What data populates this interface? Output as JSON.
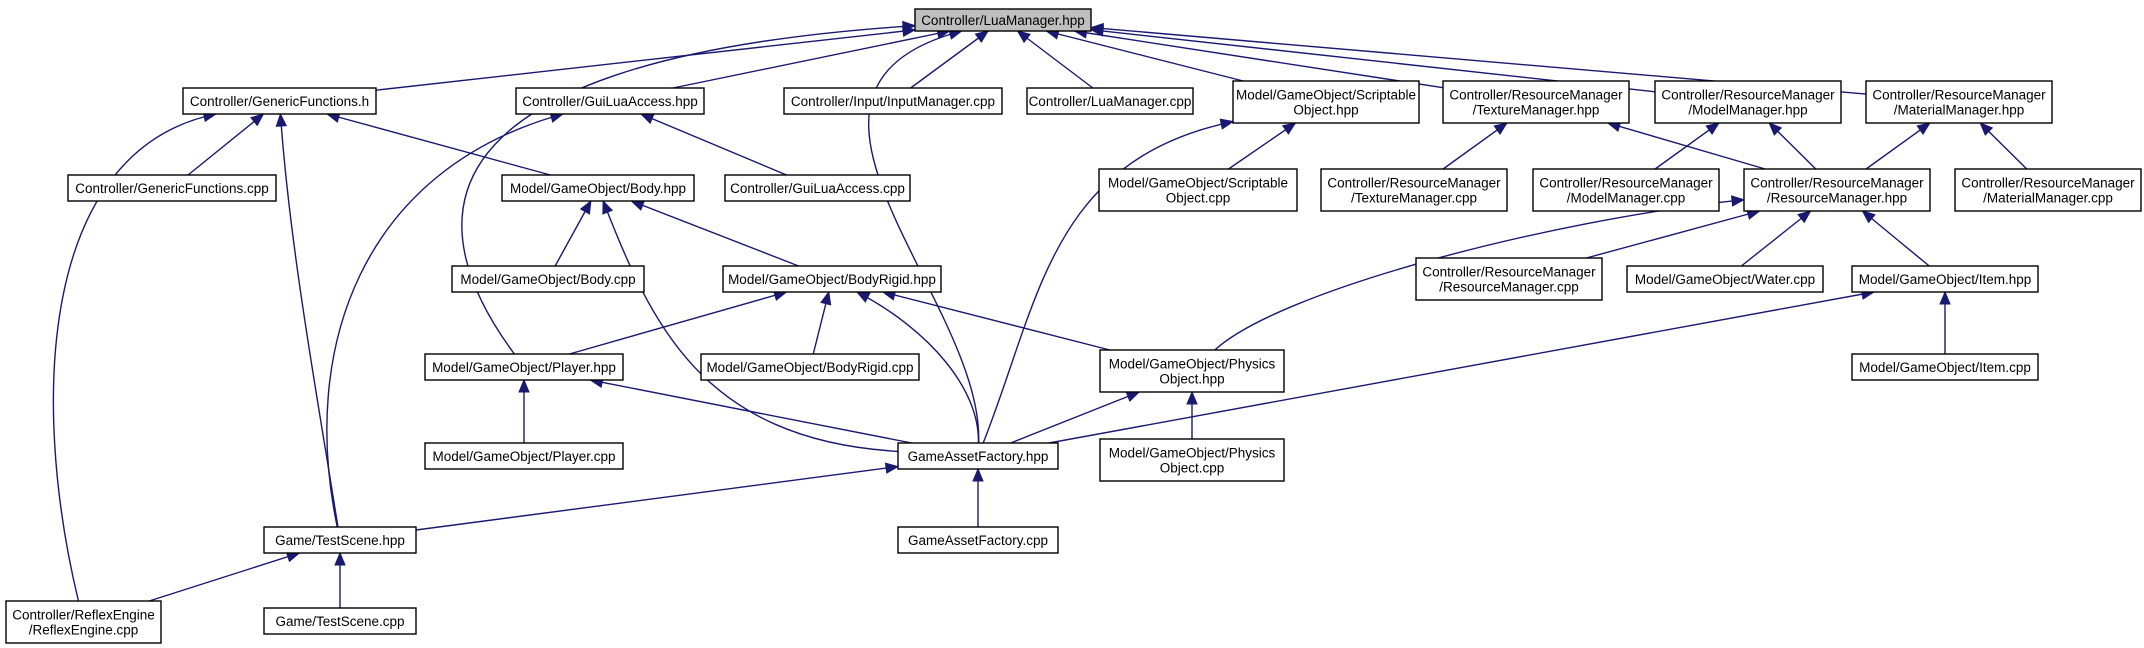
{
  "diagram": {
    "edge_color": "#191970",
    "root_fill": "#bfbfbf",
    "nodes": [
      {
        "id": "lua_hpp",
        "lines": [
          "Controller/LuaManager.hpp"
        ],
        "root": true
      },
      {
        "id": "generic_h",
        "lines": [
          "Controller/GenericFunctions.h"
        ]
      },
      {
        "id": "gui_hpp",
        "lines": [
          "Controller/GuiLuaAccess.hpp"
        ]
      },
      {
        "id": "input_cpp",
        "lines": [
          "Controller/Input/InputManager.cpp"
        ]
      },
      {
        "id": "lua_cpp",
        "lines": [
          "Controller/LuaManager.cpp"
        ]
      },
      {
        "id": "scriptable_hpp",
        "lines": [
          "Model/GameObject/Scriptable",
          "Object.hpp"
        ]
      },
      {
        "id": "texture_hpp",
        "lines": [
          "Controller/ResourceManager",
          "/TextureManager.hpp"
        ]
      },
      {
        "id": "model_hpp",
        "lines": [
          "Controller/ResourceManager",
          "/ModelManager.hpp"
        ]
      },
      {
        "id": "material_hpp",
        "lines": [
          "Controller/ResourceManager",
          "/MaterialManager.hpp"
        ]
      },
      {
        "id": "generic_cpp",
        "lines": [
          "Controller/GenericFunctions.cpp"
        ]
      },
      {
        "id": "body_hpp",
        "lines": [
          "Model/GameObject/Body.hpp"
        ]
      },
      {
        "id": "gui_cpp",
        "lines": [
          "Controller/GuiLuaAccess.cpp"
        ]
      },
      {
        "id": "scriptable_cpp",
        "lines": [
          "Model/GameObject/Scriptable",
          "Object.cpp"
        ]
      },
      {
        "id": "texture_cpp",
        "lines": [
          "Controller/ResourceManager",
          "/TextureManager.cpp"
        ]
      },
      {
        "id": "model_cpp",
        "lines": [
          "Controller/ResourceManager",
          "/ModelManager.cpp"
        ]
      },
      {
        "id": "resource_hpp",
        "lines": [
          "Controller/ResourceManager",
          "/ResourceManager.hpp"
        ]
      },
      {
        "id": "material_cpp",
        "lines": [
          "Controller/ResourceManager",
          "/MaterialManager.cpp"
        ]
      },
      {
        "id": "body_cpp",
        "lines": [
          "Model/GameObject/Body.cpp"
        ]
      },
      {
        "id": "bodyrigid_hpp",
        "lines": [
          "Model/GameObject/BodyRigid.hpp"
        ]
      },
      {
        "id": "resource_cpp",
        "lines": [
          "Controller/ResourceManager",
          "/ResourceManager.cpp"
        ]
      },
      {
        "id": "water_cpp",
        "lines": [
          "Model/GameObject/Water.cpp"
        ]
      },
      {
        "id": "item_hpp",
        "lines": [
          "Model/GameObject/Item.hpp"
        ]
      },
      {
        "id": "player_hpp",
        "lines": [
          "Model/GameObject/Player.hpp"
        ]
      },
      {
        "id": "bodyrigid_cpp",
        "lines": [
          "Model/GameObject/BodyRigid.cpp"
        ]
      },
      {
        "id": "physics_hpp",
        "lines": [
          "Model/GameObject/Physics",
          "Object.hpp"
        ]
      },
      {
        "id": "item_cpp",
        "lines": [
          "Model/GameObject/Item.cpp"
        ]
      },
      {
        "id": "player_cpp",
        "lines": [
          "Model/GameObject/Player.cpp"
        ]
      },
      {
        "id": "factory_hpp",
        "lines": [
          "GameAssetFactory.hpp"
        ]
      },
      {
        "id": "physics_cpp",
        "lines": [
          "Model/GameObject/Physics",
          "Object.cpp"
        ]
      },
      {
        "id": "testscene_hpp",
        "lines": [
          "Game/TestScene.hpp"
        ]
      },
      {
        "id": "factory_cpp",
        "lines": [
          "GameAssetFactory.cpp"
        ]
      },
      {
        "id": "reflex_cpp",
        "lines": [
          "Controller/ReflexEngine",
          "/ReflexEngine.cpp"
        ]
      },
      {
        "id": "testscene_cpp",
        "lines": [
          "Game/TestScene.cpp"
        ]
      }
    ],
    "edges": [
      {
        "from": "generic_h",
        "to": "lua_hpp"
      },
      {
        "from": "gui_hpp",
        "to": "lua_hpp"
      },
      {
        "from": "input_cpp",
        "to": "lua_hpp"
      },
      {
        "from": "lua_cpp",
        "to": "lua_hpp"
      },
      {
        "from": "scriptable_hpp",
        "to": "lua_hpp"
      },
      {
        "from": "texture_hpp",
        "to": "lua_hpp"
      },
      {
        "from": "model_hpp",
        "to": "lua_hpp"
      },
      {
        "from": "material_hpp",
        "to": "lua_hpp"
      },
      {
        "from": "player_hpp",
        "to": "lua_hpp"
      },
      {
        "from": "factory_hpp",
        "to": "lua_hpp"
      },
      {
        "from": "generic_cpp",
        "to": "generic_h"
      },
      {
        "from": "body_hpp",
        "to": "generic_h"
      },
      {
        "from": "testscene_hpp",
        "to": "generic_h"
      },
      {
        "from": "reflex_cpp",
        "to": "generic_h"
      },
      {
        "from": "gui_cpp",
        "to": "gui_hpp"
      },
      {
        "from": "testscene_hpp",
        "to": "gui_hpp"
      },
      {
        "from": "scriptable_cpp",
        "to": "scriptable_hpp"
      },
      {
        "from": "factory_hpp",
        "to": "scriptable_hpp"
      },
      {
        "from": "texture_cpp",
        "to": "texture_hpp"
      },
      {
        "from": "resource_hpp",
        "to": "texture_hpp"
      },
      {
        "from": "model_cpp",
        "to": "model_hpp"
      },
      {
        "from": "resource_hpp",
        "to": "model_hpp"
      },
      {
        "from": "resource_hpp",
        "to": "material_hpp"
      },
      {
        "from": "material_cpp",
        "to": "material_hpp"
      },
      {
        "from": "body_cpp",
        "to": "body_hpp"
      },
      {
        "from": "bodyrigid_hpp",
        "to": "body_hpp"
      },
      {
        "from": "factory_hpp",
        "to": "body_hpp"
      },
      {
        "from": "resource_cpp",
        "to": "resource_hpp"
      },
      {
        "from": "water_cpp",
        "to": "resource_hpp"
      },
      {
        "from": "item_hpp",
        "to": "resource_hpp"
      },
      {
        "from": "physics_hpp",
        "to": "resource_hpp"
      },
      {
        "from": "player_hpp",
        "to": "bodyrigid_hpp"
      },
      {
        "from": "bodyrigid_cpp",
        "to": "bodyrigid_hpp"
      },
      {
        "from": "physics_hpp",
        "to": "bodyrigid_hpp"
      },
      {
        "from": "factory_hpp",
        "to": "bodyrigid_hpp"
      },
      {
        "from": "item_cpp",
        "to": "item_hpp"
      },
      {
        "from": "factory_hpp",
        "to": "item_hpp"
      },
      {
        "from": "player_cpp",
        "to": "player_hpp"
      },
      {
        "from": "factory_hpp",
        "to": "player_hpp"
      },
      {
        "from": "physics_cpp",
        "to": "physics_hpp"
      },
      {
        "from": "factory_hpp",
        "to": "physics_hpp"
      },
      {
        "from": "testscene_hpp",
        "to": "factory_hpp"
      },
      {
        "from": "factory_cpp",
        "to": "factory_hpp"
      },
      {
        "from": "reflex_cpp",
        "to": "testscene_hpp"
      },
      {
        "from": "testscene_cpp",
        "to": "testscene_hpp"
      }
    ]
  }
}
